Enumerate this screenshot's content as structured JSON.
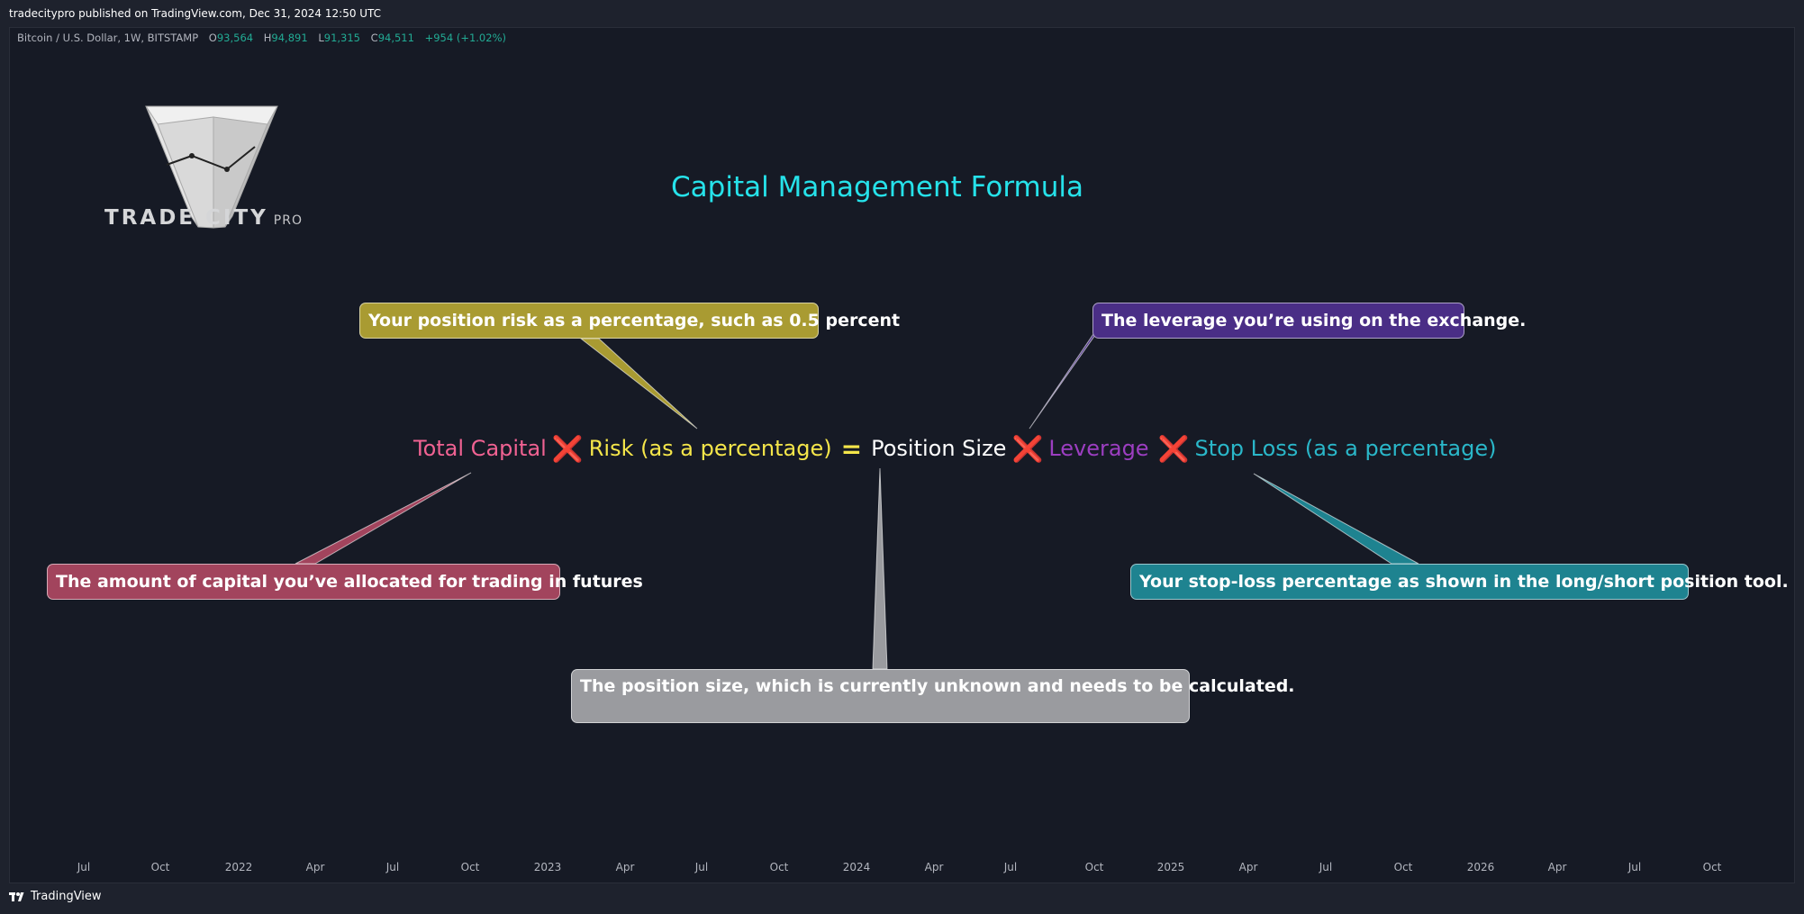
{
  "publish_line": "tradecitypro published on TradingView.com, Dec 31, 2024 12:50 UTC",
  "symbol": {
    "name": "Bitcoin / U.S. Dollar, 1W, BITSTAMP",
    "o_label": "O",
    "o_value": "93,564",
    "h_label": "H",
    "h_value": "94,891",
    "l_label": "L",
    "l_value": "91,315",
    "c_label": "C",
    "c_value": "94,511",
    "change": "+954 (+1.02%)"
  },
  "logo": {
    "name": "TRADE CITY",
    "suffix": "PRO"
  },
  "title": "Capital Management Formula",
  "formula": {
    "total_capital": "Total Capital",
    "times1": "❌",
    "risk": "Risk (as a percentage)",
    "equals": "=",
    "position_size": "Position Size",
    "times2": "❌",
    "leverage": "Leverage",
    "times3": "❌",
    "stop_loss": "Stop Loss (as a percentage)"
  },
  "callouts": {
    "risk": "Your position risk as a percentage, such as 0.5 percent",
    "leverage": "The leverage you’re using on the exchange.",
    "total_capital": "The amount of capital you’ve allocated for trading in futures",
    "stop_loss": "Your stop-loss percentage as shown in the long/short position tool.",
    "position_size": "The position size, which is currently unknown and needs to be calculated."
  },
  "colors": {
    "title": "#26e2ea",
    "total_capital": "#f06292",
    "risk": "#f5e64a",
    "leverage": "#9c3ec1",
    "stop_loss": "#2ab7c9",
    "operator": "#e0303d",
    "background": "#161a25"
  },
  "x_axis_labels": [
    "Jul",
    "Oct",
    "2022",
    "Apr",
    "Jul",
    "Oct",
    "2023",
    "Apr",
    "Jul",
    "Oct",
    "2024",
    "Apr",
    "Jul",
    "Oct",
    "2025",
    "Apr",
    "Jul",
    "Oct",
    "2026",
    "Apr",
    "Jul",
    "Oct"
  ],
  "footer": {
    "brand": "TradingView"
  }
}
